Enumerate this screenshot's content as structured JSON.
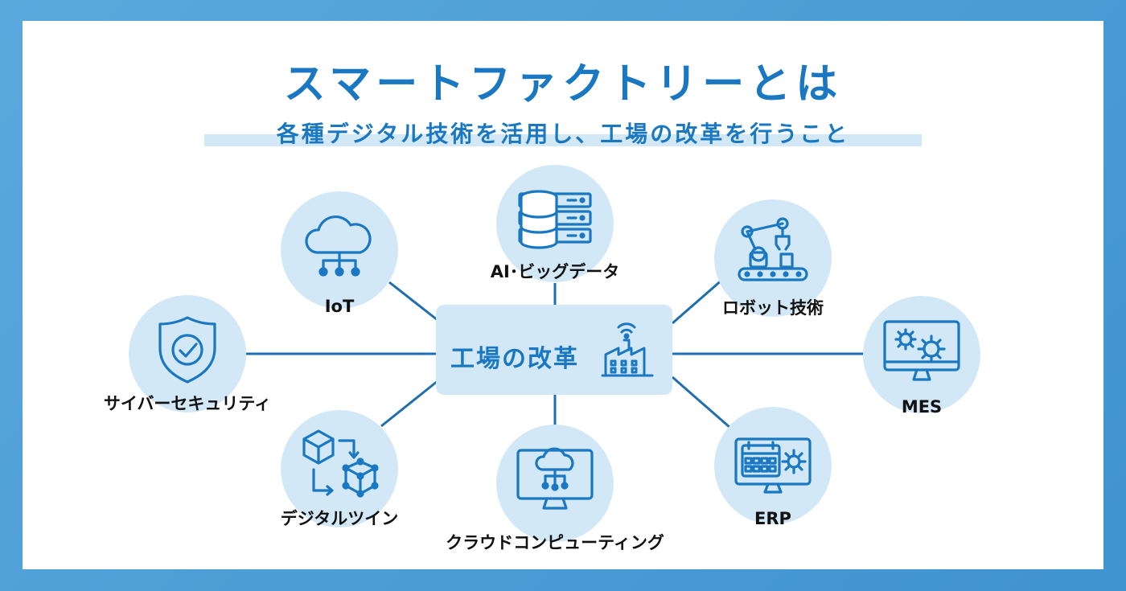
{
  "title": "スマートファクトリーとは",
  "subtitle": "各種デジタル技術を活用し、工場の改革を行うこと",
  "center": {
    "label": "工場の改革",
    "icon": "factory-icon"
  },
  "nodes": {
    "iot": {
      "label": "IoT",
      "icon": "cloud-network-icon"
    },
    "ai": {
      "label": "AI･ビッグデータ",
      "icon": "database-server-icon"
    },
    "robot": {
      "label": "ロボット技術",
      "icon": "robot-arm-icon"
    },
    "security": {
      "label": "サイバーセキュリティ",
      "icon": "shield-check-icon"
    },
    "mes": {
      "label": "MES",
      "icon": "monitor-gears-icon"
    },
    "twin": {
      "label": "デジタルツイン",
      "icon": "digital-twin-cube-icon"
    },
    "cloud": {
      "label": "クラウドコンピューティング",
      "icon": "cloud-monitor-icon"
    },
    "erp": {
      "label": "ERP",
      "icon": "calendar-gear-monitor-icon"
    }
  },
  "colors": {
    "accent": "#1a78c2",
    "light": "#d3e8f6",
    "line": "#1f6fb0",
    "frame": "#4a9fd6"
  }
}
